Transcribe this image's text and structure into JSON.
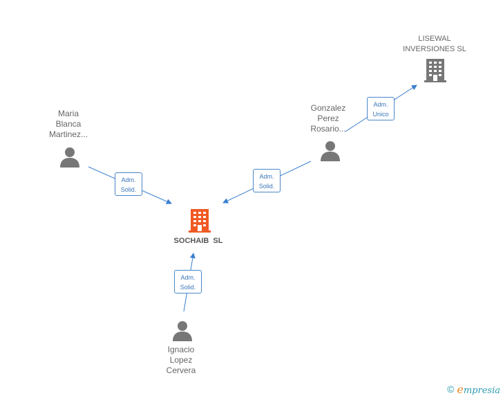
{
  "nodes": {
    "main_company": {
      "lines": [
        "SOCHAIB  SL"
      ],
      "icon": "building-icon",
      "color": "#f05a24"
    },
    "lisewal": {
      "lines": [
        "LISEWAL",
        "INVERSIONES SL"
      ],
      "icon": "building-icon",
      "color": "#777777"
    },
    "maria": {
      "lines": [
        "Maria",
        "Blanca",
        "Martinez..."
      ],
      "icon": "person-icon",
      "color": "#777777"
    },
    "gonzalez": {
      "lines": [
        "Gonzalez",
        "Perez",
        "Rosario..."
      ],
      "icon": "person-icon",
      "color": "#777777"
    },
    "ignacio": {
      "lines": [
        "Ignacio",
        "Lopez",
        "Cervera"
      ],
      "icon": "person-icon",
      "color": "#777777"
    }
  },
  "relations": [
    {
      "id": "maria-main",
      "lines": [
        "Adm.",
        "Solid."
      ]
    },
    {
      "id": "gonzalez-main",
      "lines": [
        "Adm.",
        "Solid."
      ]
    },
    {
      "id": "gonzalez-lisewal",
      "lines": [
        "Adm.",
        "Unico"
      ]
    },
    {
      "id": "ignacio-main",
      "lines": [
        "Adm.",
        "Solid."
      ]
    }
  ],
  "edge_color": "#3a7fd0",
  "footer": {
    "copyright_symbol": "©",
    "brand_initial": "e",
    "brand_rest": "mpresia"
  }
}
